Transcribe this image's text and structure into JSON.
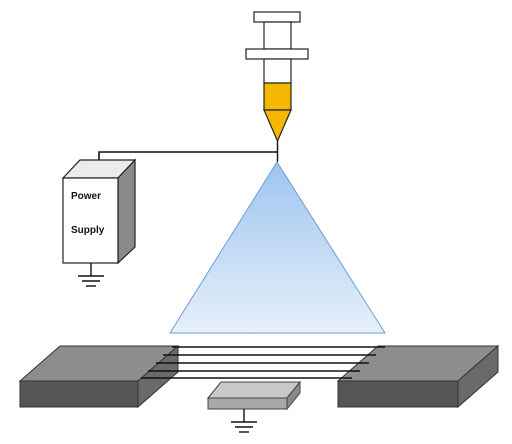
{
  "power_supply": {
    "line1": "Power",
    "line2": "Supply"
  },
  "colors": {
    "background": "#ffffff",
    "solution": "#f5b800",
    "jet_cone_top": "#9ec4f0",
    "jet_cone_bottom": "#e6f0fb",
    "collector_dark": "#555555",
    "collector_top": "#8d8d8d",
    "ground_plate": "#a8a8a8",
    "wire": "#111111"
  },
  "icons": {
    "syringe": "syringe-icon",
    "ground": "ground-symbol-icon",
    "power_supply": "power-supply-box"
  }
}
